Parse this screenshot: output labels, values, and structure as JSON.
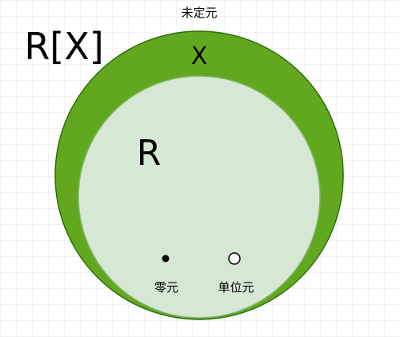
{
  "diagram": {
    "title": "未定元",
    "outer_label": "R[X]",
    "variable_label": "X",
    "inner_label": "R",
    "zero_label": "零元",
    "unity_label": "单位元"
  },
  "colors": {
    "outer_fill": "#62a81f",
    "outer_stroke": "#2d6e0a",
    "inner_fill": "#d5e8d4",
    "inner_stroke": "#82b366",
    "grid": "#e6e6e6",
    "text": "#000000"
  }
}
